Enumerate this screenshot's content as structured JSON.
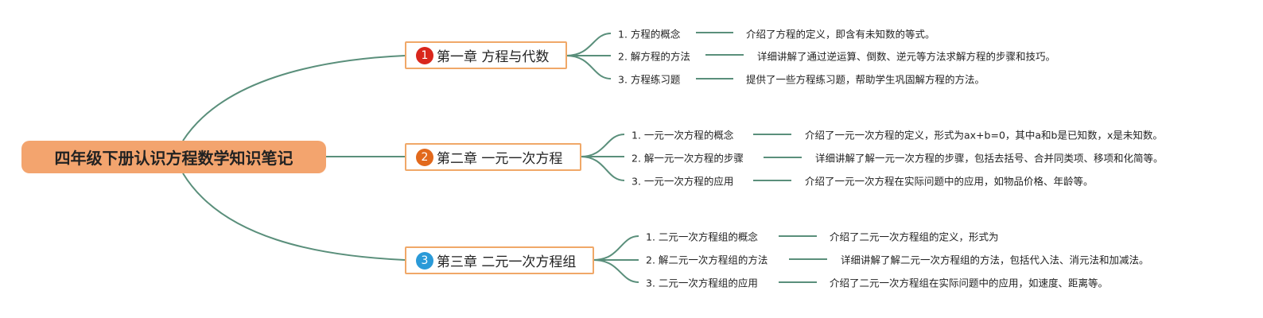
{
  "root": {
    "title": "四年级下册认识方程数学知识笔记",
    "color": "#F3A46E"
  },
  "chapters": [
    {
      "num": "1",
      "title": "第一章 方程与代数",
      "badge_color": "#D9261C",
      "items": [
        {
          "label": "1. 方程的概念",
          "desc": "介绍了方程的定义，即含有未知数的等式。"
        },
        {
          "label": "2. 解方程的方法",
          "desc": "详细讲解了通过逆运算、倒数、逆元等方法求解方程的步骤和技巧。"
        },
        {
          "label": "3. 方程练习题",
          "desc": "提供了一些方程练习题，帮助学生巩固解方程的方法。"
        }
      ]
    },
    {
      "num": "2",
      "title": "第二章 一元一次方程",
      "badge_color": "#E2691C",
      "items": [
        {
          "label": "1. 一元一次方程的概念",
          "desc": "介绍了一元一次方程的定义，形式为ax+b=0，其中a和b是已知数，x是未知数。"
        },
        {
          "label": "2. 解一元一次方程的步骤",
          "desc": "详细讲解了解一元一次方程的步骤，包括去括号、合并同类项、移项和化简等。"
        },
        {
          "label": "3. 一元一次方程的应用",
          "desc": "介绍了一元一次方程在实际问题中的应用，如物品价格、年龄等。"
        }
      ]
    },
    {
      "num": "3",
      "title": "第三章 二元一次方程组",
      "badge_color": "#2A9AD8",
      "items": [
        {
          "label": "1. 二元一次方程组的概念",
          "desc": "介绍了二元一次方程组的定义，形式为"
        },
        {
          "label": "2. 解二元一次方程组的方法",
          "desc": "详细讲解了解二元一次方程组的方法，包括代入法、消元法和加减法。"
        },
        {
          "label": "3. 二元一次方程组的应用",
          "desc": "介绍了二元一次方程组在实际问题中的应用，如速度、距离等。"
        }
      ]
    }
  ],
  "line_color": "#5A8F7B"
}
